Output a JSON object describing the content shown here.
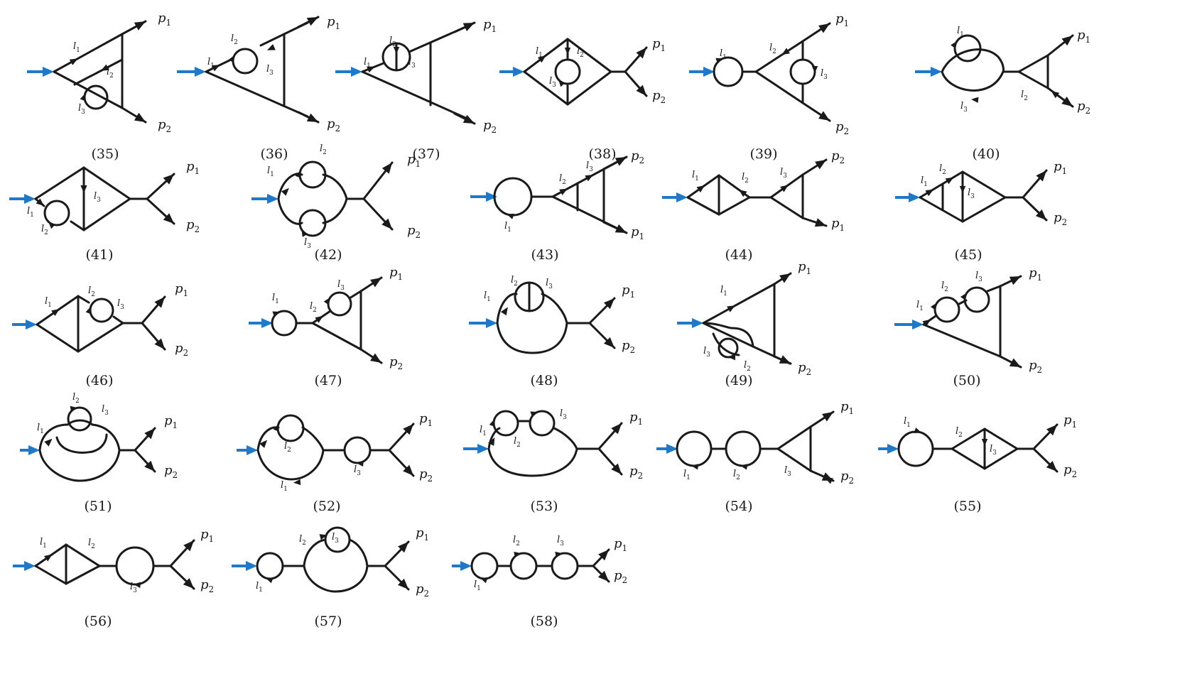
{
  "diagrams": [
    {
      "number": "(35)",
      "external": [
        "p1",
        "p2"
      ],
      "loop_momenta": [
        "l1",
        "l2",
        "l3"
      ]
    },
    {
      "number": "(36)",
      "external": [
        "p1",
        "p2"
      ],
      "loop_momenta": [
        "l1",
        "l2",
        "l3"
      ]
    },
    {
      "number": "(37)",
      "external": [
        "p1",
        "p2"
      ],
      "loop_momenta": [
        "l1",
        "l2",
        "l3"
      ]
    },
    {
      "number": "(38)",
      "external": [
        "p1",
        "p2"
      ],
      "loop_momenta": [
        "l1",
        "l2",
        "l3"
      ]
    },
    {
      "number": "(39)",
      "external": [
        "p1",
        "p2"
      ],
      "loop_momenta": [
        "l1",
        "l2",
        "l3"
      ]
    },
    {
      "number": "(40)",
      "external": [
        "p1",
        "p2"
      ],
      "loop_momenta": [
        "l1",
        "l2",
        "l3"
      ]
    },
    {
      "number": "(41)",
      "external": [
        "p1",
        "p2"
      ],
      "loop_momenta": [
        "l1",
        "l2",
        "l3"
      ]
    },
    {
      "number": "(42)",
      "external": [
        "p1",
        "p2"
      ],
      "loop_momenta": [
        "l1",
        "l2",
        "l3"
      ]
    },
    {
      "number": "(43)",
      "external": [
        "p2",
        "p1"
      ],
      "loop_momenta": [
        "l1",
        "l2",
        "l3"
      ]
    },
    {
      "number": "(44)",
      "external": [
        "p2",
        "p1"
      ],
      "loop_momenta": [
        "l1",
        "l2",
        "l3"
      ]
    },
    {
      "number": "(45)",
      "external": [
        "p1",
        "p2"
      ],
      "loop_momenta": [
        "l1",
        "l2",
        "l3"
      ]
    },
    {
      "number": "(46)",
      "external": [
        "p1",
        "p2"
      ],
      "loop_momenta": [
        "l1",
        "l2",
        "l3"
      ]
    },
    {
      "number": "(47)",
      "external": [
        "p1",
        "p2"
      ],
      "loop_momenta": [
        "l1",
        "l2",
        "l3"
      ]
    },
    {
      "number": "(48)",
      "external": [
        "p1",
        "p2"
      ],
      "loop_momenta": [
        "l1",
        "l2",
        "l3"
      ]
    },
    {
      "number": "(49)",
      "external": [
        "p1",
        "p2"
      ],
      "loop_momenta": [
        "l1",
        "l2",
        "l3"
      ]
    },
    {
      "number": "(50)",
      "external": [
        "p1",
        "p2"
      ],
      "loop_momenta": [
        "l1",
        "l2",
        "l3"
      ]
    },
    {
      "number": "(51)",
      "external": [
        "p1",
        "p2"
      ],
      "loop_momenta": [
        "l1",
        "l2",
        "l3"
      ]
    },
    {
      "number": "(52)",
      "external": [
        "p1",
        "p2"
      ],
      "loop_momenta": [
        "l1",
        "l2",
        "l3"
      ]
    },
    {
      "number": "(53)",
      "external": [
        "p1",
        "p2"
      ],
      "loop_momenta": [
        "l1",
        "l2",
        "l3"
      ]
    },
    {
      "number": "(54)",
      "external": [
        "p1",
        "p2"
      ],
      "loop_momenta": [
        "l1",
        "l2",
        "l3"
      ]
    },
    {
      "number": "(55)",
      "external": [
        "p1",
        "p2"
      ],
      "loop_momenta": [
        "l1",
        "l2",
        "l3"
      ]
    },
    {
      "number": "(56)",
      "external": [
        "p1",
        "p2"
      ],
      "loop_momenta": [
        "l1",
        "l2",
        "l3"
      ]
    },
    {
      "number": "(57)",
      "external": [
        "p1",
        "p2"
      ],
      "loop_momenta": [
        "l1",
        "l2",
        "l3"
      ]
    },
    {
      "number": "(58)",
      "external": [
        "p1",
        "p2"
      ],
      "loop_momenta": [
        "l1",
        "l2",
        "l3"
      ]
    }
  ],
  "colors": {
    "line": "#1a1a1a",
    "incoming": "#1f78c8"
  }
}
